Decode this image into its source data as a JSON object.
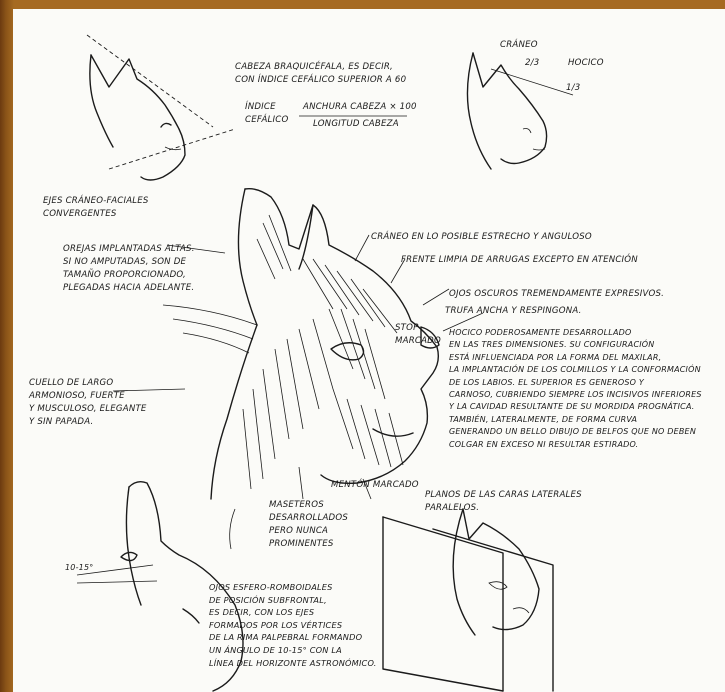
{
  "annotations": {
    "cephalic_intro": "Cabeza braquicéfala, es decir,\ncon índice cefálico superior a 60",
    "index_label": "Índice\ncefálico",
    "index_numerator": "Anchura cabeza × 100",
    "index_denominator": "Longitud cabeza",
    "skull_label": "Cráneo",
    "muzzle_label": "Hocico",
    "ratio_skull": "2/3",
    "ratio_muzzle": "1/3",
    "axes_label": "Ejes cráneo-faciales\nconvergentes",
    "skull_shape": "Cráneo en lo posible estrecho y anguloso",
    "forehead": "Frente limpia de arrugas excepto en atención",
    "ears": "Orejas implantadas altas.\nSi no amputadas, son de\ntamaño proporcionado,\nplegadas hacia adelante.",
    "eyes": "Ojos oscuros tremendamente expresivos.",
    "nose": "Trufa ancha y respingona.",
    "stop": "Stop\nmarcado",
    "muzzle_desc": "Hocico poderosamente desarrollado\nen las tres dimensiones. Su configuración\nestá influenciada por la forma del maxilar,\nla implantación de los colmillos y la conformación\nde los labios. El superior es generoso y\ncarnoso, cubriendo siempre los incisivos inferiores\ny la cavidad resultante de su mordida prognática.\nTambién, lateralmente, de forma curva\ngenerando un bello dibujo de belfos que no deben\ncolgar en exceso ni resultar estirado.",
    "neck": "Cuello de largo\narmonioso, fuerte\ny musculoso, elegante\ny sin papada.",
    "chin": "Mentón marcado",
    "planes": "Planos de las caras laterales\nparalelos.",
    "masseters": "Maseteros\ndesarrollados\npero nunca\nprominentes",
    "angle_label": "10-15°",
    "eyes_shape": "Ojos esfero-romboidales\nde posición subfrontal,\nes decir, con los ejes\nformados por los vértices\nde la rima palpebral formando\nun ángulo de 10-15° con la\nlínea del horizonte astronómico."
  },
  "colors": {
    "frame": "#a66a22",
    "paper": "#fbfbf8",
    "ink": "#1b1b1b"
  }
}
